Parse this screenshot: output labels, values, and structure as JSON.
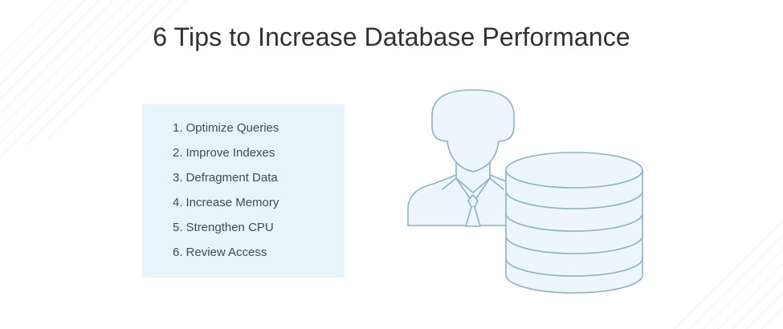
{
  "title": "6 Tips to Increase Database Performance",
  "tips": [
    {
      "number": "1.",
      "text": "Optimize Queries"
    },
    {
      "number": "2.",
      "text": "Improve Indexes"
    },
    {
      "number": "3.",
      "text": "Defragment Data"
    },
    {
      "number": "4.",
      "text": "Increase Memory"
    },
    {
      "number": "5.",
      "text": "Strengthen CPU"
    },
    {
      "number": "6.",
      "text": "Review Access"
    }
  ],
  "illustration": {
    "person_icon": "person-icon",
    "database_icon": "database-icon"
  },
  "colors": {
    "title_text": "#2f3133",
    "card_background": "#e8f4fb",
    "icon_fill": "#ecf6fc",
    "icon_stroke": "#8fb1c4",
    "list_text": "#444a50"
  }
}
